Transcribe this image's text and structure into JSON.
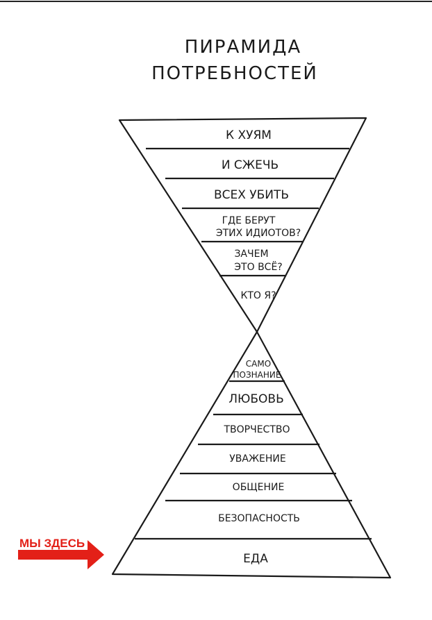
{
  "title": {
    "line1": "ПИРАМИДА",
    "line2": "ПОТРЕБНОСТЕЙ"
  },
  "inverted_levels": [
    {
      "lines": [
        "К ХУЯМ"
      ]
    },
    {
      "lines": [
        "И СЖЕЧЬ"
      ]
    },
    {
      "lines": [
        "ВСЕХ УБИТЬ"
      ]
    },
    {
      "lines": [
        "ГДЕ БЕРУТ",
        "ЭТИХ ИДИОТОВ?"
      ]
    },
    {
      "lines": [
        "ЗАЧЕМ",
        "ЭТО ВСЁ?"
      ]
    },
    {
      "lines": [
        "КТО Я?"
      ]
    }
  ],
  "upright_levels": [
    {
      "lines": [
        "САМО",
        "ПОЗНАНИЕ"
      ]
    },
    {
      "lines": [
        "ЛЮБОВЬ"
      ]
    },
    {
      "lines": [
        "ТВОРЧЕСТВО"
      ]
    },
    {
      "lines": [
        "УВАЖЕНИЕ"
      ]
    },
    {
      "lines": [
        "ОБЩЕНИЕ"
      ]
    },
    {
      "lines": [
        "БЕЗОПАСНОСТЬ"
      ]
    },
    {
      "lines": [
        "ЕДА"
      ]
    }
  ],
  "marker": {
    "label": "МЫ ЗДЕСЬ",
    "color": "#e32018"
  }
}
